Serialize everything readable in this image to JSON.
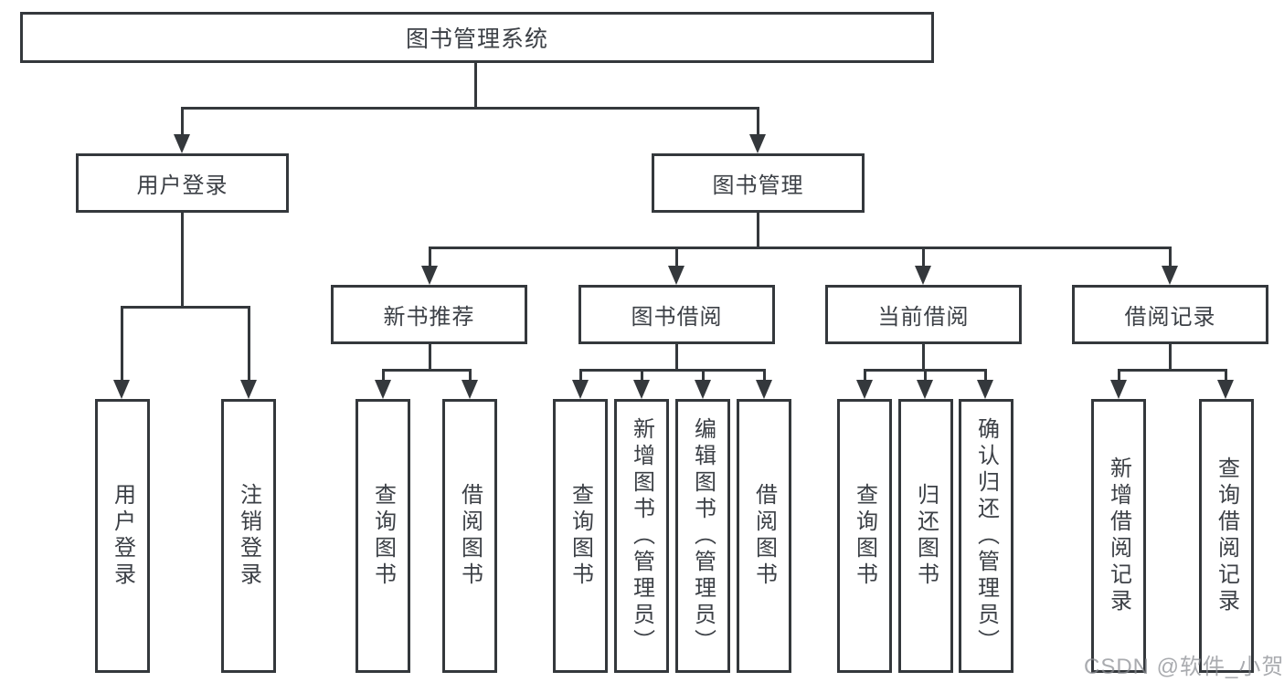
{
  "diagram": {
    "title": "图书管理系统",
    "tree": {
      "root": {
        "label": "图书管理系统"
      },
      "children": [
        {
          "label": "用户登录",
          "children": [
            {
              "label": "用户登录"
            },
            {
              "label": "注销登录"
            }
          ]
        },
        {
          "label": "图书管理",
          "children": [
            {
              "label": "新书推荐",
              "children": [
                {
                  "label": "查询图书"
                },
                {
                  "label": "借阅图书"
                }
              ]
            },
            {
              "label": "图书借阅",
              "children": [
                {
                  "label": "查询图书"
                },
                {
                  "label": "新增图书（管理员）"
                },
                {
                  "label": "编辑图书（管理员）"
                },
                {
                  "label": "借阅图书"
                }
              ]
            },
            {
              "label": "当前借阅",
              "children": [
                {
                  "label": "查询图书"
                },
                {
                  "label": "归还图书"
                },
                {
                  "label": "确认归还（管理员）"
                }
              ]
            },
            {
              "label": "借阅记录",
              "children": [
                {
                  "label": "新增借阅记录"
                },
                {
                  "label": "查询借阅记录"
                }
              ]
            }
          ]
        }
      ]
    },
    "colors": {
      "line": "#34383c",
      "text": "#3c4046",
      "background": "#ffffff",
      "watermark": "#888b90"
    }
  },
  "watermark": "CSDN @软件_小贺同学"
}
